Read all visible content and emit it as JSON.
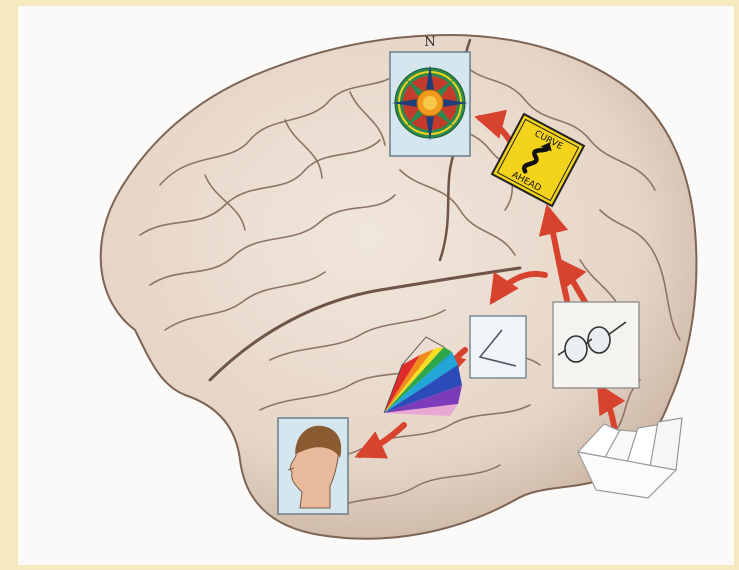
{
  "colors": {
    "page_background": "#f7e9bf",
    "canvas": "#fbfaf8",
    "brain_fill": "#ebdccf",
    "brain_shade": "#c9b3a1",
    "gyri_lines": "#8d7566",
    "arrow": "#d8432e",
    "panel_fill": "#d6e6ef",
    "sign_yellow": "#f2d21b"
  },
  "diagram": {
    "compass_north_label": "N",
    "road_sign_top_text": "CURVE",
    "road_sign_bottom_text": "AHEAD",
    "icons": [
      "compass-rose-icon",
      "curve-ahead-sign-icon",
      "angle-icon",
      "eyeglasses-icon",
      "text-cards-icon",
      "color-spectrum-icon",
      "human-head-icon"
    ]
  }
}
